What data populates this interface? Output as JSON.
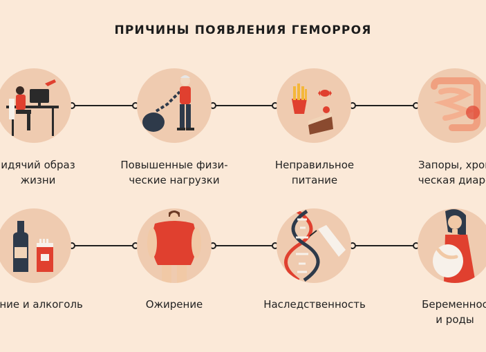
{
  "title": "ПРИЧИНЫ ПОЯВЛЕНИЯ ГЕМОРРОЯ",
  "causes": [
    {
      "line1": "идячий образ",
      "line2": "жизни",
      "icon": "sedentary-icon"
    },
    {
      "line1": "Повышенные физи-",
      "line2": "ческие нагрузки",
      "icon": "heavy-load-icon"
    },
    {
      "line1": "Неправильное",
      "line2": "питание",
      "icon": "junk-food-icon"
    },
    {
      "line1": "Запоры, хрон",
      "line2": "ческая диаре",
      "icon": "intestine-icon"
    },
    {
      "line1": "ение и алкоголь",
      "line2": "",
      "icon": "alcohol-smoking-icon"
    },
    {
      "line1": "Ожирение",
      "line2": "",
      "icon": "obesity-icon"
    },
    {
      "line1": "Наследственность",
      "line2": "",
      "icon": "dna-icon"
    },
    {
      "line1": "Беременнос",
      "line2": "и роды",
      "icon": "pregnancy-icon"
    }
  ],
  "colors": {
    "background": "#fbe9d8",
    "circle": "#efcbb0",
    "accent_red": "#e0402f",
    "line": "#1f1f1f"
  }
}
